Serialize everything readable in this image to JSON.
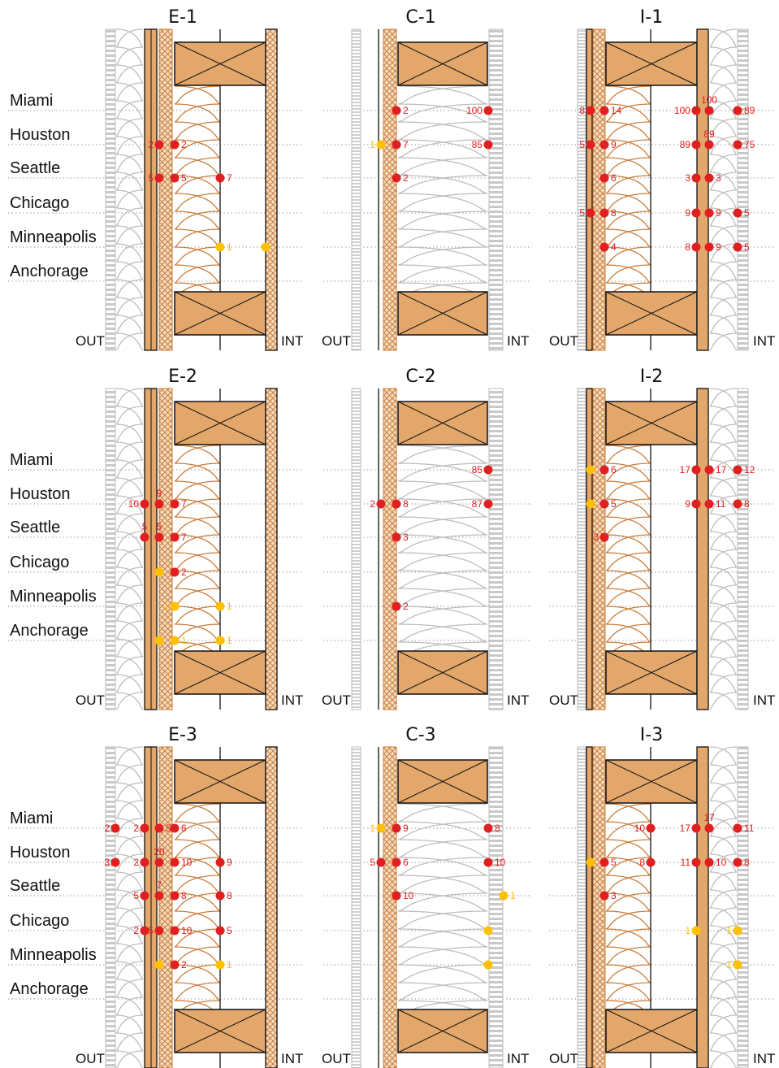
{
  "colors": {
    "wood": "#e3a76c",
    "wood_line": "#c97c3a",
    "insulation_line": "#bdbdbd",
    "cladding": "#d0d0d0",
    "outline": "#111111",
    "grid_line": "#999999",
    "red_marker": "#e02020",
    "yellow_marker": "#ffc000"
  },
  "cities": [
    "Miami",
    "Houston",
    "Seattle",
    "Chicago",
    "Minneapolis",
    "Anchorage"
  ],
  "side_labels": {
    "out": "OUT",
    "int": "INT"
  },
  "panels": [
    {
      "id": "E-1",
      "type": "E",
      "markers": [
        {
          "row": 1,
          "slot": "a",
          "c": "r",
          "label": "2",
          "side": "left"
        },
        {
          "row": 1,
          "slot": "b",
          "c": "r",
          "label": "2",
          "side": "right"
        },
        {
          "row": 2,
          "slot": "a",
          "c": "r",
          "label": "5",
          "side": "left"
        },
        {
          "row": 2,
          "slot": "b",
          "c": "r",
          "label": "5",
          "side": "right"
        },
        {
          "row": 2,
          "slot": "c",
          "c": "r",
          "label": "7",
          "side": "right"
        },
        {
          "row": 4,
          "slot": "c",
          "c": "y",
          "label": "1",
          "side": "right"
        },
        {
          "row": 4,
          "slot": "d",
          "c": "y",
          "label": "",
          "side": "right"
        }
      ]
    },
    {
      "id": "C-1",
      "type": "C",
      "markers": [
        {
          "row": 0,
          "slot": "b",
          "c": "r",
          "label": "2",
          "side": "right"
        },
        {
          "row": 0,
          "slot": "d",
          "c": "r",
          "label": "100",
          "side": "left"
        },
        {
          "row": 1,
          "slot": "a",
          "c": "y",
          "label": "1",
          "side": "left"
        },
        {
          "row": 1,
          "slot": "b",
          "c": "r",
          "label": "7",
          "side": "right"
        },
        {
          "row": 1,
          "slot": "d",
          "c": "r",
          "label": "85",
          "side": "left"
        },
        {
          "row": 2,
          "slot": "b",
          "c": "r",
          "label": "2",
          "side": "right"
        }
      ]
    },
    {
      "id": "I-1",
      "type": "I",
      "markers": [
        {
          "row": 0,
          "slot": "a",
          "c": "r",
          "label": "8",
          "side": "left"
        },
        {
          "row": 0,
          "slot": "b",
          "c": "r",
          "label": "14",
          "side": "right"
        },
        {
          "row": 0,
          "slot": "c",
          "c": "r",
          "label": "100",
          "side": "left"
        },
        {
          "row": 0,
          "slot": "d",
          "c": "r",
          "label": "100",
          "side": "up"
        },
        {
          "row": 0,
          "slot": "e",
          "c": "r",
          "label": "89",
          "side": "right"
        },
        {
          "row": 1,
          "slot": "a",
          "c": "r",
          "label": "5",
          "side": "left"
        },
        {
          "row": 1,
          "slot": "b",
          "c": "r",
          "label": "9",
          "side": "right"
        },
        {
          "row": 1,
          "slot": "c",
          "c": "r",
          "label": "89",
          "side": "left"
        },
        {
          "row": 1,
          "slot": "d",
          "c": "r",
          "label": "89",
          "side": "up"
        },
        {
          "row": 1,
          "slot": "e",
          "c": "r",
          "label": "75",
          "side": "right"
        },
        {
          "row": 2,
          "slot": "b",
          "c": "r",
          "label": "6",
          "side": "right"
        },
        {
          "row": 2,
          "slot": "c",
          "c": "r",
          "label": "3",
          "side": "left"
        },
        {
          "row": 2,
          "slot": "d",
          "c": "r",
          "label": "3",
          "side": "right"
        },
        {
          "row": 3,
          "slot": "a",
          "c": "r",
          "label": "5",
          "side": "left"
        },
        {
          "row": 3,
          "slot": "b",
          "c": "r",
          "label": "8",
          "side": "right"
        },
        {
          "row": 3,
          "slot": "c",
          "c": "r",
          "label": "9",
          "side": "left"
        },
        {
          "row": 3,
          "slot": "d",
          "c": "r",
          "label": "9",
          "side": "right"
        },
        {
          "row": 3,
          "slot": "e",
          "c": "r",
          "label": "5",
          "side": "right"
        },
        {
          "row": 4,
          "slot": "b",
          "c": "r",
          "label": "4",
          "side": "right"
        },
        {
          "row": 4,
          "slot": "c",
          "c": "r",
          "label": "8",
          "side": "left"
        },
        {
          "row": 4,
          "slot": "d",
          "c": "r",
          "label": "9",
          "side": "right"
        },
        {
          "row": 4,
          "slot": "e",
          "c": "r",
          "label": "5",
          "side": "right"
        }
      ]
    },
    {
      "id": "E-2",
      "type": "E",
      "markers": [
        {
          "row": 1,
          "slot": "x",
          "c": "r",
          "label": "10",
          "side": "left"
        },
        {
          "row": 1,
          "slot": "a",
          "c": "r",
          "label": "9",
          "side": "up"
        },
        {
          "row": 1,
          "slot": "b",
          "c": "r",
          "label": "7",
          "side": "right"
        },
        {
          "row": 2,
          "slot": "x",
          "c": "r",
          "label": "5",
          "side": "up"
        },
        {
          "row": 2,
          "slot": "a",
          "c": "r",
          "label": "5",
          "side": "up"
        },
        {
          "row": 2,
          "slot": "b",
          "c": "r",
          "label": "7",
          "side": "right"
        },
        {
          "row": 3,
          "slot": "a",
          "c": "y",
          "label": "",
          "side": "right"
        },
        {
          "row": 3,
          "slot": "b",
          "c": "r",
          "label": "2",
          "side": "right"
        },
        {
          "row": 4,
          "slot": "b",
          "c": "y",
          "label": "1",
          "side": "left"
        },
        {
          "row": 4,
          "slot": "c",
          "c": "y",
          "label": "1",
          "side": "right"
        },
        {
          "row": 5,
          "slot": "a",
          "c": "y",
          "label": "",
          "side": "right"
        },
        {
          "row": 5,
          "slot": "b",
          "c": "y",
          "label": "1",
          "side": "right"
        },
        {
          "row": 5,
          "slot": "c",
          "c": "y",
          "label": "1",
          "side": "right"
        }
      ]
    },
    {
      "id": "C-2",
      "type": "C",
      "markers": [
        {
          "row": 0,
          "slot": "d",
          "c": "r",
          "label": "85",
          "side": "left"
        },
        {
          "row": 1,
          "slot": "a",
          "c": "r",
          "label": "2",
          "side": "left"
        },
        {
          "row": 1,
          "slot": "b",
          "c": "r",
          "label": "8",
          "side": "right"
        },
        {
          "row": 1,
          "slot": "d",
          "c": "r",
          "label": "87",
          "side": "left"
        },
        {
          "row": 2,
          "slot": "b",
          "c": "r",
          "label": "3",
          "side": "right"
        },
        {
          "row": 4,
          "slot": "b",
          "c": "r",
          "label": "2",
          "side": "right"
        }
      ]
    },
    {
      "id": "I-2",
      "type": "I",
      "markers": [
        {
          "row": 0,
          "slot": "a",
          "c": "y",
          "label": "",
          "side": "right"
        },
        {
          "row": 0,
          "slot": "b",
          "c": "r",
          "label": "6",
          "side": "right"
        },
        {
          "row": 0,
          "slot": "c",
          "c": "r",
          "label": "17",
          "side": "left"
        },
        {
          "row": 0,
          "slot": "d",
          "c": "r",
          "label": "17",
          "side": "right"
        },
        {
          "row": 0,
          "slot": "e",
          "c": "r",
          "label": "12",
          "side": "right"
        },
        {
          "row": 1,
          "slot": "a",
          "c": "y",
          "label": "",
          "side": "right"
        },
        {
          "row": 1,
          "slot": "b",
          "c": "r",
          "label": "5",
          "side": "right"
        },
        {
          "row": 1,
          "slot": "c",
          "c": "r",
          "label": "9",
          "side": "left"
        },
        {
          "row": 1,
          "slot": "d",
          "c": "r",
          "label": "11",
          "side": "right"
        },
        {
          "row": 1,
          "slot": "e",
          "c": "r",
          "label": "8",
          "side": "right"
        },
        {
          "row": 2,
          "slot": "b",
          "c": "r",
          "label": "3",
          "side": "left"
        }
      ]
    },
    {
      "id": "E-3",
      "type": "E",
      "markers": [
        {
          "row": 0,
          "slot": "y",
          "c": "r",
          "label": "2",
          "side": "left"
        },
        {
          "row": 0,
          "slot": "x",
          "c": "r",
          "label": "2",
          "side": "left"
        },
        {
          "row": 0,
          "slot": "a",
          "c": "r",
          "label": "5",
          "side": "right"
        },
        {
          "row": 0,
          "slot": "b",
          "c": "r",
          "label": "6",
          "side": "right"
        },
        {
          "row": 1,
          "slot": "y",
          "c": "r",
          "label": "3",
          "side": "left"
        },
        {
          "row": 1,
          "slot": "x",
          "c": "r",
          "label": "2",
          "side": "left"
        },
        {
          "row": 1,
          "slot": "a",
          "c": "r",
          "label": "20",
          "side": "up"
        },
        {
          "row": 1,
          "slot": "b",
          "c": "r",
          "label": "10",
          "side": "right"
        },
        {
          "row": 1,
          "slot": "c",
          "c": "r",
          "label": "9",
          "side": "right"
        },
        {
          "row": 2,
          "slot": "x",
          "c": "r",
          "label": "5",
          "side": "left"
        },
        {
          "row": 2,
          "slot": "a",
          "c": "r",
          "label": "7",
          "side": "up"
        },
        {
          "row": 2,
          "slot": "b",
          "c": "r",
          "label": "8",
          "side": "right"
        },
        {
          "row": 2,
          "slot": "c",
          "c": "r",
          "label": "8",
          "side": "right"
        },
        {
          "row": 3,
          "slot": "x",
          "c": "r",
          "label": "2",
          "side": "left"
        },
        {
          "row": 3,
          "slot": "a",
          "c": "r",
          "label": "5",
          "side": "left"
        },
        {
          "row": 3,
          "slot": "b",
          "c": "r",
          "label": "10",
          "side": "right"
        },
        {
          "row": 3,
          "slot": "c",
          "c": "r",
          "label": "5",
          "side": "right"
        },
        {
          "row": 4,
          "slot": "a",
          "c": "y",
          "label": "",
          "side": "right"
        },
        {
          "row": 4,
          "slot": "b",
          "c": "r",
          "label": "2",
          "side": "right"
        },
        {
          "row": 4,
          "slot": "c",
          "c": "y",
          "label": "1",
          "side": "right"
        }
      ]
    },
    {
      "id": "C-3",
      "type": "C",
      "markers": [
        {
          "row": 0,
          "slot": "a",
          "c": "y",
          "label": "1",
          "side": "left"
        },
        {
          "row": 0,
          "slot": "b",
          "c": "r",
          "label": "9",
          "side": "right"
        },
        {
          "row": 0,
          "slot": "d",
          "c": "r",
          "label": "8",
          "side": "right"
        },
        {
          "row": 1,
          "slot": "a",
          "c": "r",
          "label": "5",
          "side": "left"
        },
        {
          "row": 1,
          "slot": "b",
          "c": "r",
          "label": "6",
          "side": "right"
        },
        {
          "row": 1,
          "slot": "d",
          "c": "r",
          "label": "10",
          "side": "right"
        },
        {
          "row": 2,
          "slot": "b",
          "c": "r",
          "label": "10",
          "side": "right"
        },
        {
          "row": 2,
          "slot": "e",
          "c": "y",
          "label": "1",
          "side": "right"
        },
        {
          "row": 3,
          "slot": "d",
          "c": "y",
          "label": "",
          "side": "right"
        },
        {
          "row": 4,
          "slot": "d",
          "c": "y",
          "label": "",
          "side": "right"
        }
      ]
    },
    {
      "id": "I-3",
      "type": "I",
      "markers": [
        {
          "row": 0,
          "slot": "f",
          "c": "r",
          "label": "10",
          "side": "left"
        },
        {
          "row": 0,
          "slot": "c",
          "c": "r",
          "label": "17",
          "side": "left"
        },
        {
          "row": 0,
          "slot": "d",
          "c": "r",
          "label": "17",
          "side": "up"
        },
        {
          "row": 0,
          "slot": "e",
          "c": "r",
          "label": "11",
          "side": "right"
        },
        {
          "row": 1,
          "slot": "a",
          "c": "y",
          "label": "",
          "side": "right"
        },
        {
          "row": 1,
          "slot": "b",
          "c": "r",
          "label": "5",
          "side": "right"
        },
        {
          "row": 1,
          "slot": "f",
          "c": "r",
          "label": "8",
          "side": "left"
        },
        {
          "row": 1,
          "slot": "c",
          "c": "r",
          "label": "11",
          "side": "left"
        },
        {
          "row": 1,
          "slot": "d",
          "c": "r",
          "label": "10",
          "side": "right"
        },
        {
          "row": 1,
          "slot": "e",
          "c": "r",
          "label": "8",
          "side": "right"
        },
        {
          "row": 2,
          "slot": "b",
          "c": "r",
          "label": "3",
          "side": "right"
        },
        {
          "row": 3,
          "slot": "c",
          "c": "y",
          "label": "1",
          "side": "left"
        },
        {
          "row": 3,
          "slot": "e",
          "c": "y",
          "label": "1",
          "side": "left"
        },
        {
          "row": 4,
          "slot": "e",
          "c": "y",
          "label": "1",
          "side": "left"
        }
      ]
    }
  ]
}
